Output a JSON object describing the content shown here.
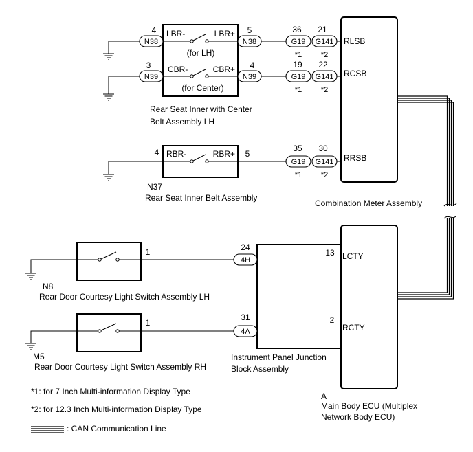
{
  "pins": {
    "n38_left": "4",
    "n38_right": "5",
    "n39_left": "3",
    "n39_right": "4",
    "n37_left": "4",
    "n37_right": "5",
    "g19_rlsb": "36",
    "g141_rlsb": "21",
    "g19_rcsb": "19",
    "g141_rcsb": "22",
    "g19_rrsb": "35",
    "g141_rrsb": "30",
    "fourH": "24",
    "fourA": "31",
    "lcty": "13",
    "rcty": "2",
    "n8_switch": "1",
    "m5_switch": "1"
  },
  "connectors": {
    "n38": "N38",
    "n39": "N39",
    "g19": "G19",
    "g141": "G141",
    "fourH": "4H",
    "fourA": "4A"
  },
  "switches": {
    "lbr_minus": "LBR-",
    "lbr_plus": "LBR+",
    "for_lh": "(for LH)",
    "cbr_minus": "CBR-",
    "cbr_plus": "CBR+",
    "for_center": "(for Center)",
    "rbr_minus": "RBR-",
    "rbr_plus": "RBR+"
  },
  "terminals": {
    "rlsb": "RLSB",
    "rcsb": "RCSB",
    "rrsb": "RRSB",
    "lcty": "LCTY",
    "rcty": "RCTY"
  },
  "notes": {
    "star1": "*1",
    "star2": "*2"
  },
  "components": {
    "center_belt_line1": "Rear Seat Inner with Center",
    "center_belt_line2": "Belt Assembly LH",
    "n37_code": "N37",
    "n37_name": "Rear Seat Inner Belt Assembly",
    "meter": "Combination Meter Assembly",
    "n8_code": "N8",
    "n8_name": "Rear Door Courtesy Light Switch Assembly LH",
    "m5_code": "M5",
    "m5_name": "Rear Door Courtesy Light Switch Assembly RH",
    "ipjb_line1": "Instrument Panel Junction",
    "ipjb_line2": "Block Assembly",
    "ecu_code": "A",
    "ecu_line1": "Main Body ECU (Multiplex",
    "ecu_line2": "Network Body ECU)"
  },
  "legend": {
    "note1": "*1: for 7 Inch Multi-information Display Type",
    "note2": "*2: for 12.3 Inch Multi-information Display Type",
    "can": ": CAN Communication Line"
  }
}
